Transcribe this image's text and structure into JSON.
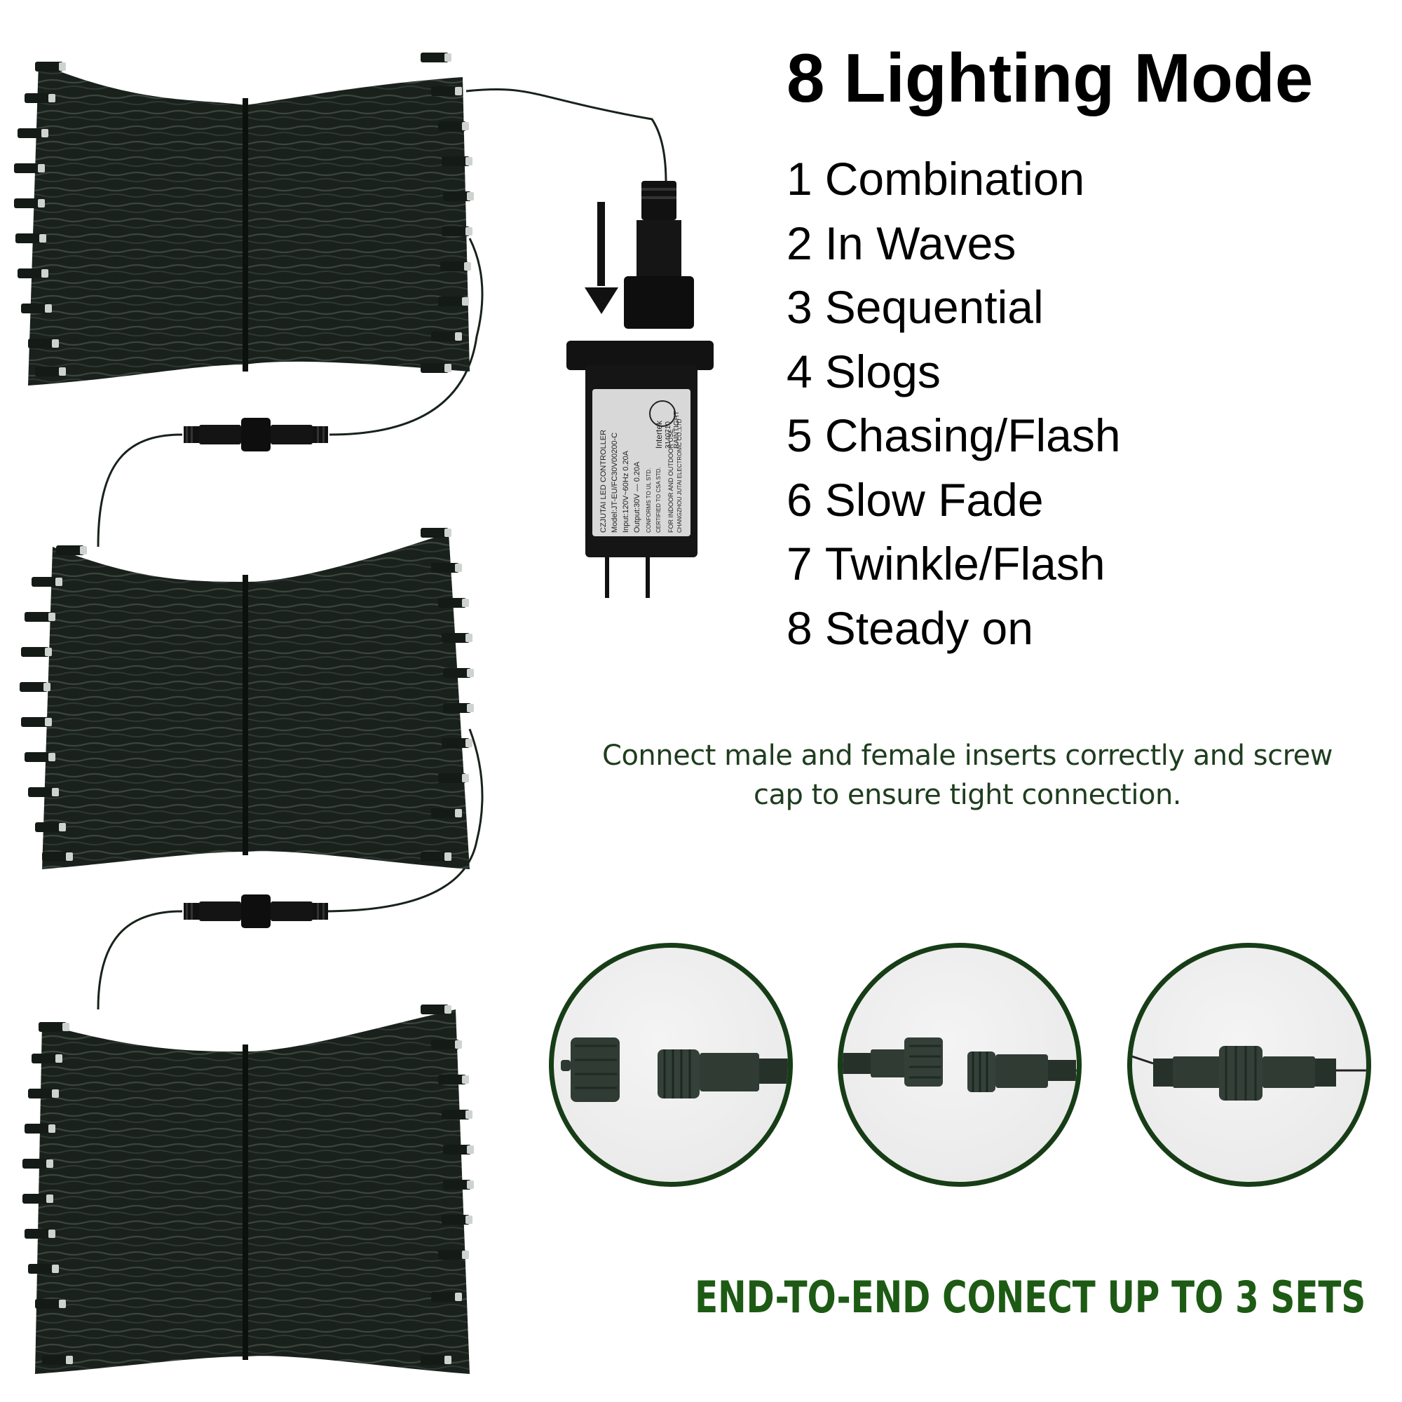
{
  "heading": "8 Lighting Mode",
  "modes": [
    {
      "num": "1",
      "label": "Combination"
    },
    {
      "num": "2",
      "label": "In Waves"
    },
    {
      "num": "3",
      "label": "Sequential"
    },
    {
      "num": "4",
      "label": "Slogs"
    },
    {
      "num": "5",
      "label": "Chasing/Flash"
    },
    {
      "num": "6",
      "label": "Slow Fade"
    },
    {
      "num": "7",
      "label": "Twinkle/Flash"
    },
    {
      "num": "8",
      "label": "Steady on"
    }
  ],
  "instruction": {
    "line1": "Connect male and female inserts correctly and screw",
    "line2": "cap to ensure tight connection."
  },
  "footer": "END-TO-END CONECT UP TO 3 SETS",
  "controller_label": {
    "brand": "CZJUTAI",
    "title": "LED CONTROLLER",
    "model": "Model:JT-EU/FC30V00200-C",
    "input": "Input:120V~60Hz 0.20A",
    "output": "Output:30V — 0.20A",
    "cert_line1": "CONFORMS TO UL STD.",
    "cert_line2": "CERTIFIED TO CSA STD.",
    "certifier": "Intertek",
    "cert_number": "3140710",
    "raintight": "RAINTIGHT",
    "usage": "FOR INDOOR AND OUTDOOR USE",
    "maker": "CHANGZHOU JUTAI ELECTRONIC CO.,LTD"
  },
  "colors": {
    "accent_green": "#1d5a14",
    "circle_border": "#173d17",
    "instruction_text": "#1f3d1f",
    "wire": "#1b231d"
  },
  "connection_steps": [
    {
      "step": "separated-cap-and-male"
    },
    {
      "step": "aligning-female-and-male"
    },
    {
      "step": "screwed-tight"
    }
  ],
  "light_sets": 3
}
